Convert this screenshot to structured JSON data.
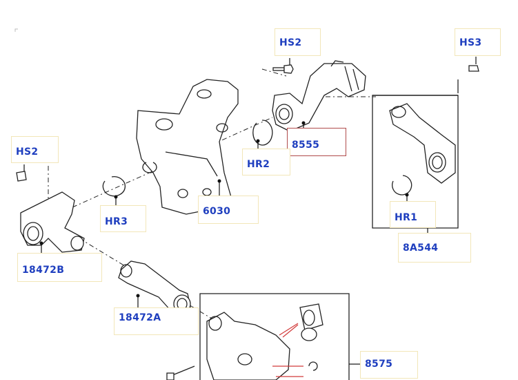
{
  "diagram": {
    "callouts": {
      "hs2_top": "HS2",
      "hs3": "HS3",
      "p8555": "8555",
      "hr2": "HR2",
      "p6030": "6030",
      "hs2_left": "HS2",
      "hr3": "HR3",
      "hr1": "HR1",
      "p8a544": "8A544",
      "p18472b": "18472B",
      "p18472a": "18472A",
      "p8575": "8575"
    },
    "colors": {
      "label": "#1f3fbf",
      "label_box": "#f2e6b8",
      "highlight_box": "#b04a4a",
      "accent_arrow": "#d23a3a"
    }
  }
}
